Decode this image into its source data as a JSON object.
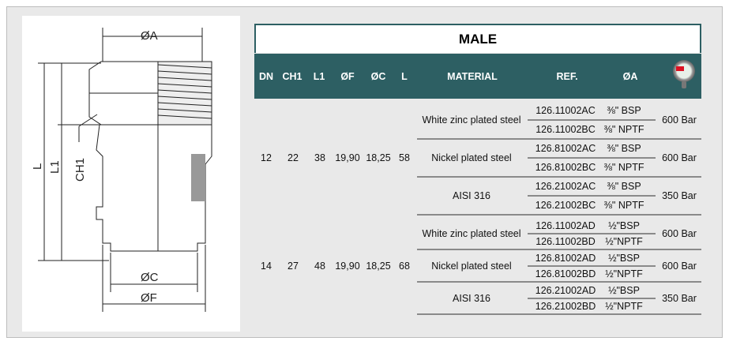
{
  "title": "MALE",
  "headers": {
    "dn": "DN",
    "ch1": "CH1",
    "l1": "L1",
    "f": "ØF",
    "c": "ØC",
    "l": "L",
    "material": "MATERIAL",
    "ref": "REF.",
    "a": "ØA",
    "gauge_icon": "pressure-gauge-icon"
  },
  "drawing": {
    "a": "ØA",
    "c": "ØC",
    "f": "ØF",
    "l": "L",
    "l1": "L1",
    "ch1": "CH1"
  },
  "groups": [
    {
      "dn": "12",
      "ch1": "22",
      "l1": "38",
      "f": "19,90",
      "c": "18,25",
      "l": "58",
      "materials": [
        {
          "name": "White zinc plated steel",
          "pressure": "600 Bar",
          "refs": [
            {
              "ref": "126.11002AC",
              "a": "⅜\" BSP"
            },
            {
              "ref": "126.11002BC",
              "a": "⅜\" NPTF"
            }
          ]
        },
        {
          "name": "Nickel plated steel",
          "pressure": "600 Bar",
          "refs": [
            {
              "ref": "126.81002AC",
              "a": "⅜\" BSP"
            },
            {
              "ref": "126.81002BC",
              "a": "⅜\" NPTF"
            }
          ]
        },
        {
          "name": "AISI 316",
          "pressure": "350 Bar",
          "refs": [
            {
              "ref": "126.21002AC",
              "a": "⅜\" BSP"
            },
            {
              "ref": "126.21002BC",
              "a": "⅜\" NPTF"
            }
          ]
        }
      ]
    },
    {
      "dn": "14",
      "ch1": "27",
      "l1": "48",
      "f": "19,90",
      "c": "18,25",
      "l": "68",
      "materials": [
        {
          "name": "White zinc plated steel",
          "pressure": "600 Bar",
          "refs": [
            {
              "ref": "126.11002AD",
              "a": "½\"BSP"
            },
            {
              "ref": "126.11002BD",
              "a": "½\"NPTF"
            }
          ]
        },
        {
          "name": "Nickel plated steel",
          "pressure": "600 Bar",
          "refs": [
            {
              "ref": "126.81002AD",
              "a": "½\"BSP"
            },
            {
              "ref": "126.81002BD",
              "a": "½\"NPTF"
            }
          ]
        },
        {
          "name": "AISI 316",
          "pressure": "350 Bar",
          "refs": [
            {
              "ref": "126.21002AD",
              "a": "½\"BSP"
            },
            {
              "ref": "126.21002BD",
              "a": "½\"NPTF"
            }
          ]
        }
      ]
    }
  ]
}
